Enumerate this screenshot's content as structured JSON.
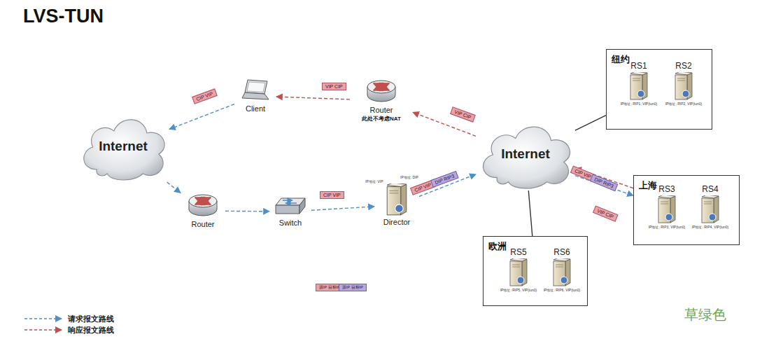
{
  "diagram": {
    "title": "LVS-TUN",
    "nodes": [
      {
        "text": [
          "Internet"
        ]
      },
      {
        "text": [
          "Client"
        ]
      },
      {
        "text": [
          "Router",
          "此处不考虑NAT"
        ]
      },
      {
        "text": [
          "Router"
        ]
      },
      {
        "text": [
          "Switch"
        ]
      },
      {
        "text": [
          "Director"
        ]
      },
      {
        "text": [
          "Internet"
        ]
      },
      {
        "text": [
          "纽约"
        ]
      },
      {
        "text": [
          "RS1",
          "IP地址: RIP1, VIP(tun0)"
        ],
        "in": 7
      },
      {
        "text": [
          "RS2",
          "IP地址: RIP2, VIP(tun0)"
        ],
        "in": 7
      },
      {
        "text": [
          "上海"
        ]
      },
      {
        "text": [
          "RS3",
          "IP地址: RIP3, VIP(tun0)"
        ],
        "in": 10
      },
      {
        "text": [
          "RS4",
          "IP地址: RIP4, VIP(tun0)"
        ],
        "in": 10
      },
      {
        "text": [
          "欧洲"
        ]
      },
      {
        "text": [
          "RS5",
          "IP地址: RIP5, VIP(tun0)"
        ],
        "in": 13
      },
      {
        "text": [
          "RS6",
          "IP地址: RIP6, VIP(tun0)"
        ],
        "in": 13
      }
    ],
    "edges": [
      {
        "from": 1,
        "to": 0,
        "arrow": "to"
      },
      {
        "from": 0,
        "to": 3,
        "arrow": "to"
      },
      {
        "from": 3,
        "to": 4,
        "arrow": "to"
      },
      {
        "from": 4,
        "to": 5,
        "arrow": "to"
      },
      {
        "from": 5,
        "to": 6,
        "arrow": "to"
      },
      {
        "from": 6,
        "to": 10,
        "arrow": "to"
      },
      {
        "from": 10,
        "to": 6,
        "arrow": "to"
      },
      {
        "from": 6,
        "to": 2,
        "arrow": "to"
      },
      {
        "from": 2,
        "to": 1,
        "arrow": "to"
      },
      {
        "from": 6,
        "to": 7,
        "arrow": "none"
      },
      {
        "from": 6,
        "to": 13,
        "arrow": "none"
      }
    ],
    "labels": [
      "CIP VIP",
      "VIP CIP",
      "VIP CIP",
      "CIP VIP",
      "IP地址: VIP",
      "IP地址: DIP",
      "CIP VIP",
      "DIP RIP3",
      "CIP VIP",
      "DIP RIP3",
      "VIP CIP",
      "源IP 目标IP",
      "源IP 目标IP",
      "草绿色"
    ],
    "legend": [
      {
        "text": "请求报文路线"
      },
      {
        "text": "响应报文路线"
      }
    ]
  }
}
